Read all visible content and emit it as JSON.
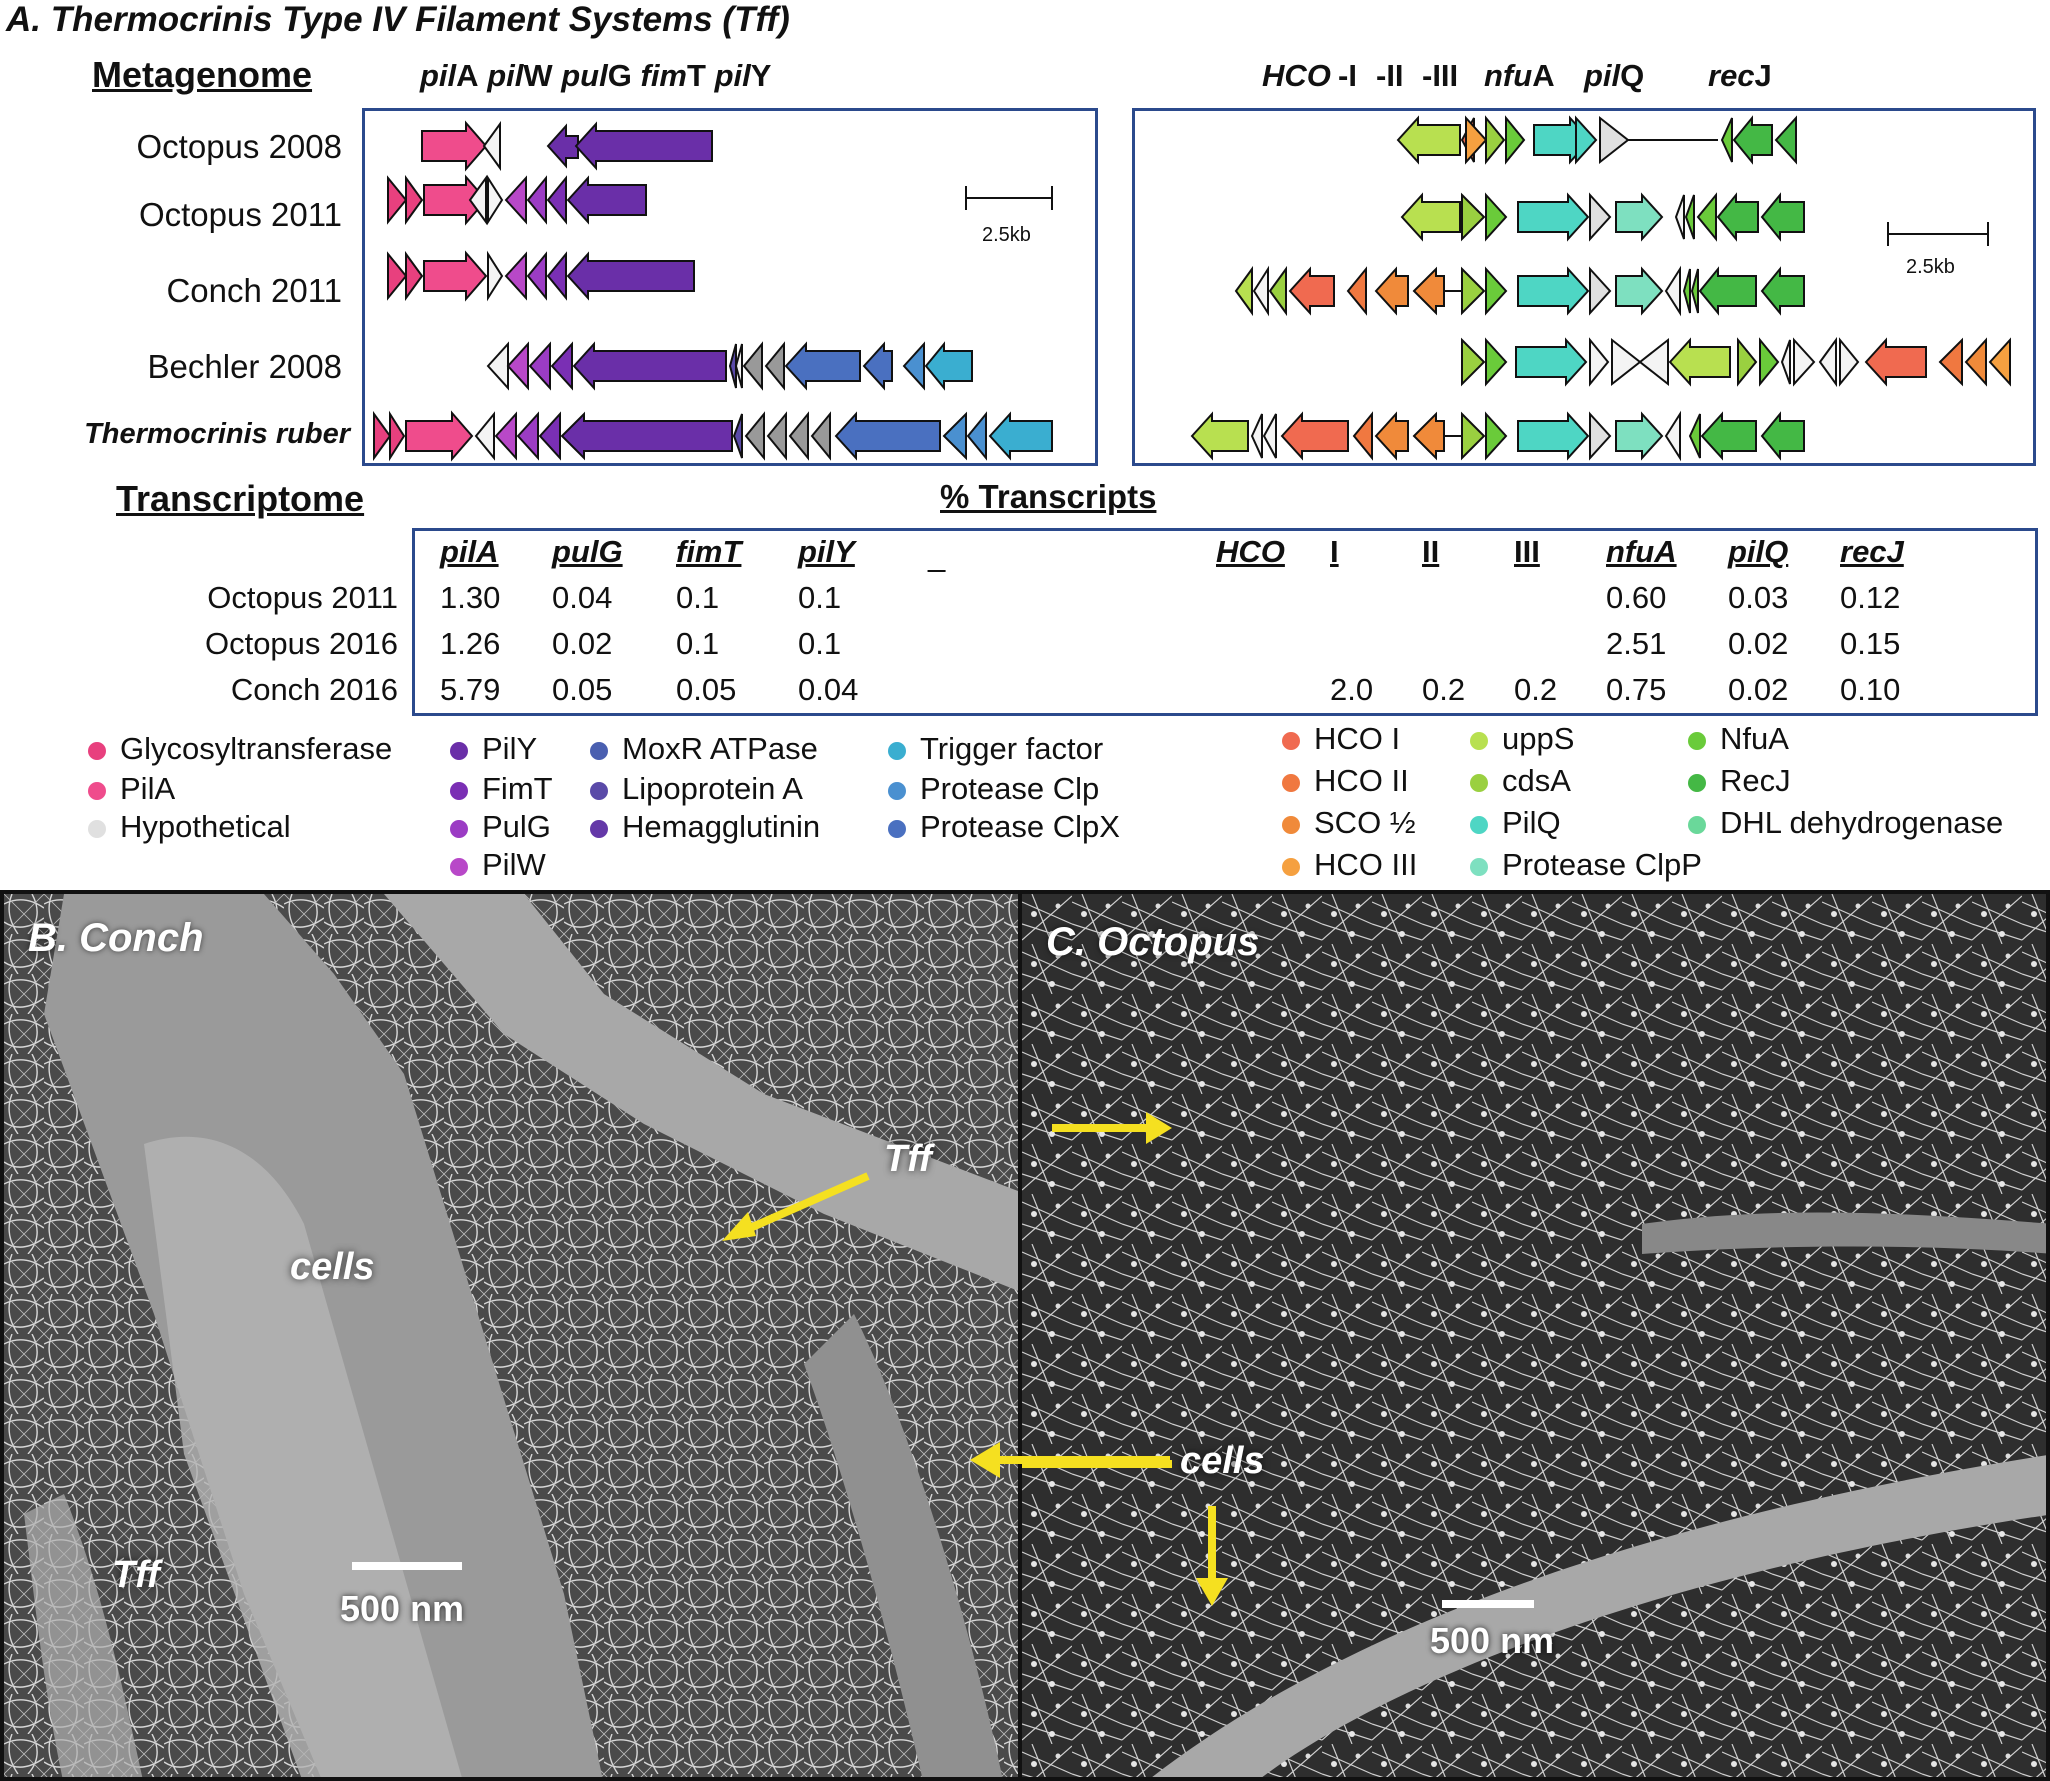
{
  "title": "A. Thermocrinis Type IV Filament Systems (Tff)",
  "metagenome_label": "Metagenome",
  "transcriptome_label": "Transcriptome",
  "percent_label": "% Transcripts",
  "rows": [
    "Octopus 2008",
    "Octopus 2011",
    "Conch 2011",
    "Bechler 2008",
    "Thermocrinis ruber"
  ],
  "left_gene_header": [
    {
      "italic": "pil",
      "plain": "A"
    },
    {
      "italic": "pil",
      "plain": "W"
    },
    {
      "italic": "pul",
      "plain": "G"
    },
    {
      "italic": "fim",
      "plain": "T"
    },
    {
      "italic": "pil",
      "plain": "Y"
    }
  ],
  "right_gene_header": {
    "hco": "HCO",
    "hco_parts": [
      "-I",
      "-II",
      "-III"
    ],
    "nfua": {
      "italic": "nfu",
      "plain": "A"
    },
    "pilq": {
      "italic": "pil",
      "plain": "Q"
    },
    "recj": {
      "italic": "rec",
      "plain": "J"
    }
  },
  "scale_label": "2.5kb",
  "table": {
    "headers_left": [
      "pilA",
      "pulG",
      "fimT",
      "pilY"
    ],
    "dash": "_",
    "headers_right": [
      "HCO",
      "I",
      "II",
      "III",
      "nfuA",
      "pilQ",
      "recJ"
    ],
    "rows": [
      {
        "label": "Octopus 2011",
        "left": [
          "1.30",
          "0.04",
          "0.1",
          "0.1"
        ],
        "right": [
          "",
          "",
          "",
          "",
          "0.60",
          "0.03",
          "0.12"
        ]
      },
      {
        "label": "Octopus 2016",
        "left": [
          "1.26",
          "0.02",
          "0.1",
          "0.1"
        ],
        "right": [
          "",
          "",
          "",
          "",
          "2.51",
          "0.02",
          "0.15"
        ]
      },
      {
        "label": "Conch 2016",
        "left": [
          "5.79",
          "0.05",
          "0.05",
          "0.04"
        ],
        "right": [
          "",
          "2.0",
          "0.2",
          "0.2",
          "0.75",
          "0.02",
          "0.10"
        ]
      }
    ]
  },
  "legend": [
    {
      "label": "Glycosyltransferase",
      "color": "#e8407e"
    },
    {
      "label": "PilA",
      "color": "#ef4c8c"
    },
    {
      "label": "Hypothetical",
      "color": "#e0e0e0"
    },
    {
      "label": "PilY",
      "color": "#6a2fa8"
    },
    {
      "label": "FimT",
      "color": "#7a2fb4"
    },
    {
      "label": "PulG",
      "color": "#9b3cc4"
    },
    {
      "label": "PilW",
      "color": "#b848c8"
    },
    {
      "label": "MoxR ATPase",
      "color": "#4a5fb0"
    },
    {
      "label": "Lipoprotein A",
      "color": "#5a4aa8"
    },
    {
      "label": "Hemagglutinin",
      "color": "#6438a8"
    },
    {
      "label": "Trigger factor",
      "color": "#3aaed0"
    },
    {
      "label": "Protease Clp",
      "color": "#4a90d0"
    },
    {
      "label": "Protease ClpX",
      "color": "#4a70c0"
    },
    {
      "label": "HCO I",
      "color": "#f06a50"
    },
    {
      "label": "HCO II",
      "color": "#f07840"
    },
    {
      "label": "SCO ½",
      "color": "#f08a3a"
    },
    {
      "label": "HCO III",
      "color": "#f5a040"
    },
    {
      "label": "uppS",
      "color": "#b8e050"
    },
    {
      "label": "cdsA",
      "color": "#9ad040"
    },
    {
      "label": "PilQ",
      "color": "#4ed6c4"
    },
    {
      "label": "Protease ClpP",
      "color": "#7ee0c0"
    },
    {
      "label": "NfuA",
      "color": "#6acb3a"
    },
    {
      "label": "RecJ",
      "color": "#44b845"
    },
    {
      "label": "DHL dehydrogenase",
      "color": "#6ad89a"
    }
  ],
  "panel_b": {
    "label": "B. Conch",
    "cells": "cells",
    "tff1": "Tff",
    "tff2": "Tff",
    "scale": "500 nm"
  },
  "panel_c": {
    "label": "C. Octopus",
    "cells": "cells",
    "scale": "500 nm"
  }
}
